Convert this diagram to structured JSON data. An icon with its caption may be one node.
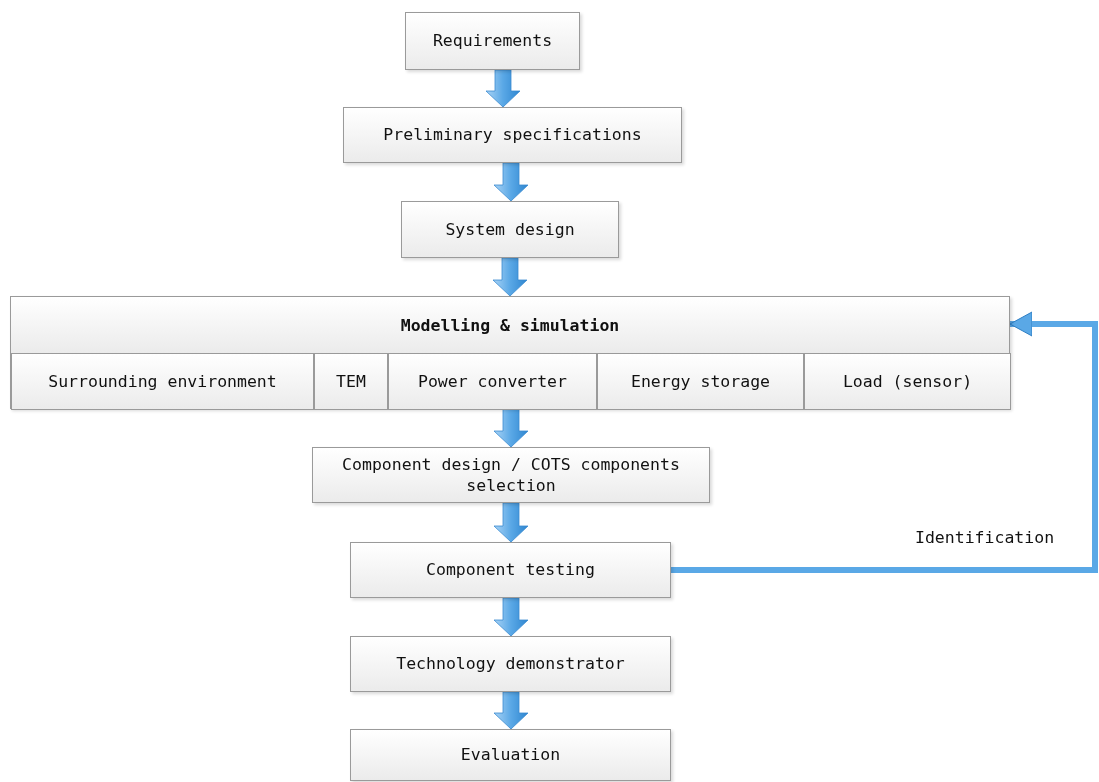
{
  "diagram": {
    "nodes": [
      {
        "text": [
          "Requirements"
        ]
      },
      {
        "text": [
          "Preliminary specifications"
        ]
      },
      {
        "text": [
          "System design"
        ]
      },
      {
        "text": [
          "Modelling & simulation"
        ]
      },
      {
        "text": [
          "Surrounding environment"
        ],
        "in": 3
      },
      {
        "text": [
          "TEM"
        ],
        "in": 3
      },
      {
        "text": [
          "Power converter"
        ],
        "in": 3
      },
      {
        "text": [
          "Energy storage"
        ],
        "in": 3
      },
      {
        "text": [
          "Load (sensor)"
        ],
        "in": 3
      },
      {
        "text": [
          "Component design / COTS components selection"
        ]
      },
      {
        "text": [
          "Component testing"
        ]
      },
      {
        "text": [
          "Technology demonstrator"
        ]
      },
      {
        "text": [
          "Evaluation"
        ]
      }
    ],
    "edges": [
      {
        "from": 0,
        "to": 1,
        "arrow": "to"
      },
      {
        "from": 1,
        "to": 2,
        "arrow": "to"
      },
      {
        "from": 2,
        "to": 3,
        "arrow": "to"
      },
      {
        "from": 3,
        "to": 9,
        "arrow": "to"
      },
      {
        "from": 9,
        "to": 10,
        "arrow": "to"
      },
      {
        "from": 10,
        "to": 11,
        "arrow": "to"
      },
      {
        "from": 11,
        "to": 12,
        "arrow": "to"
      },
      {
        "from": 10,
        "to": 3,
        "arrow": "to",
        "label": "Identification"
      }
    ]
  }
}
